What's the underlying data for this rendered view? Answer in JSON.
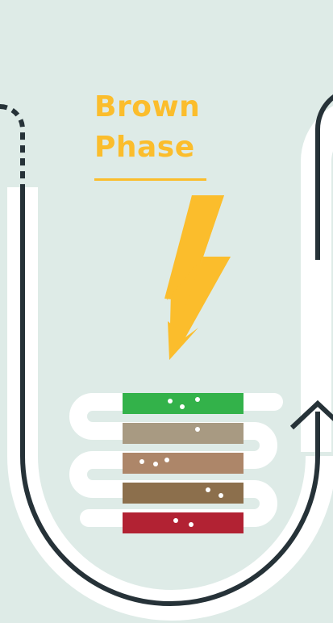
{
  "phase": {
    "title_line1": "Brown",
    "title_line2": "Phase"
  },
  "colors": {
    "background": "#deebe7",
    "accent_yellow": "#fbbd2c",
    "loop_dark": "#263238",
    "pipe_white": "#ffffff",
    "layers": [
      "#33b24a",
      "#a89a82",
      "#ad8669",
      "#8c6f4c",
      "#b22233"
    ]
  },
  "layers": [
    {
      "color": "green"
    },
    {
      "color": "tan"
    },
    {
      "color": "light-brown"
    },
    {
      "color": "brown"
    },
    {
      "color": "red"
    }
  ],
  "icons": [
    "lightning-bolt-icon",
    "arrow-up-icon"
  ]
}
